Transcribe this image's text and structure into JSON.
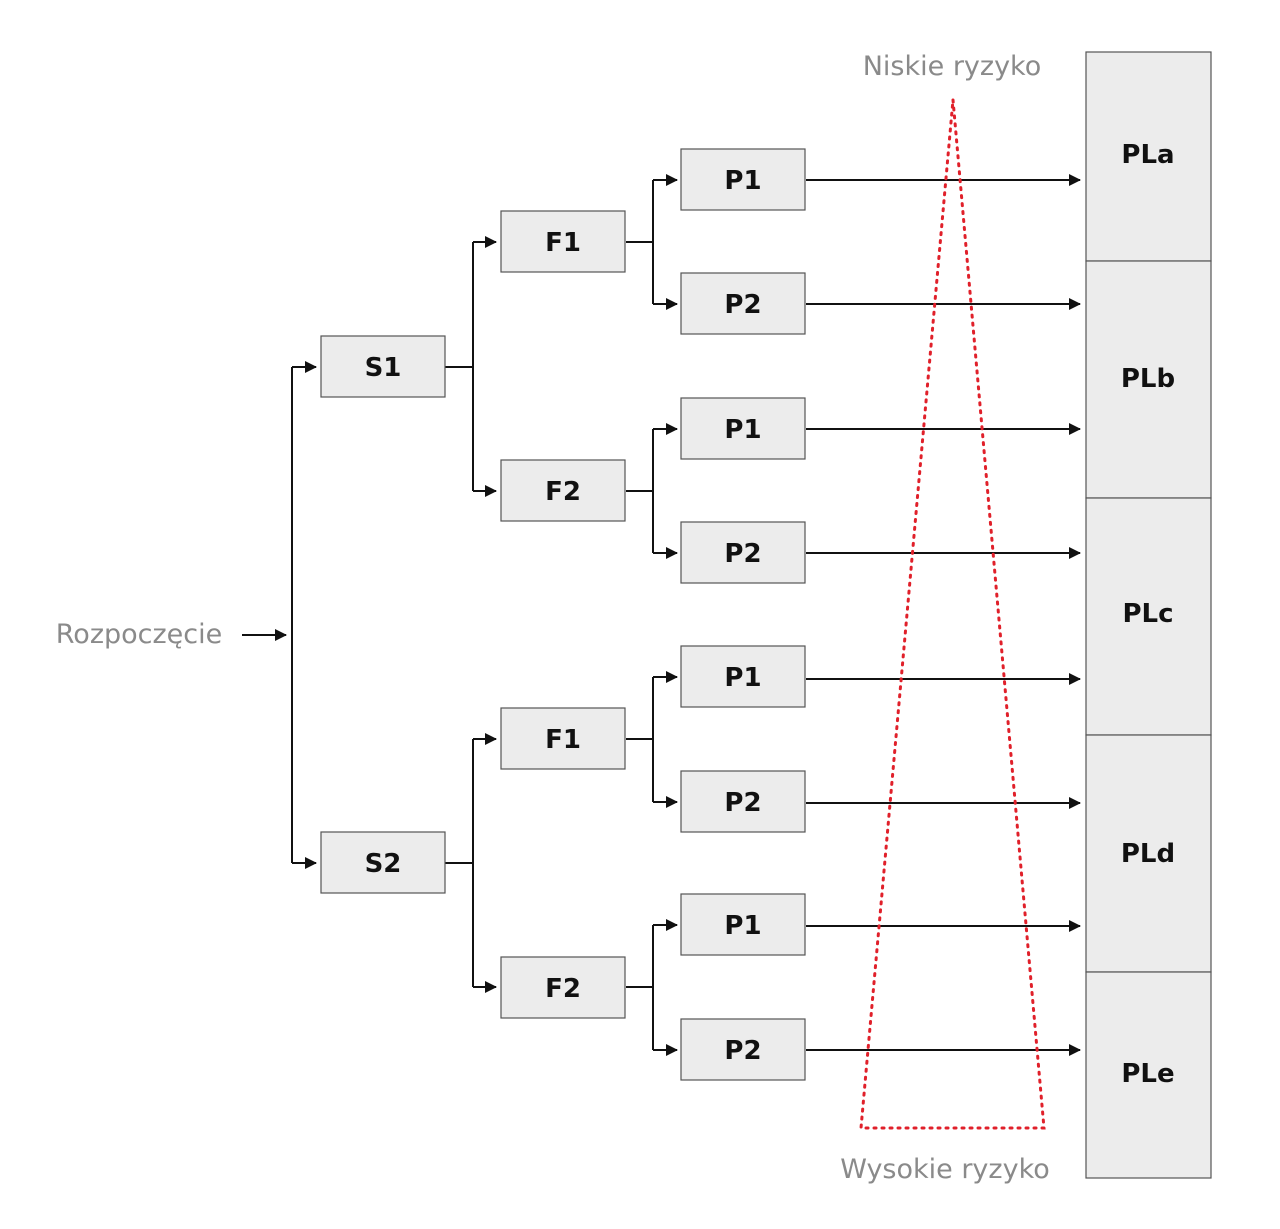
{
  "start_label": "Rozpoczęcie",
  "low_risk_label": "Niskie ryzyko",
  "high_risk_label": "Wysokie ryzyko",
  "colors": {
    "risk_line": "#e0202a",
    "box_fill": "#ececec",
    "label_grey": "#8a8a8a"
  },
  "severity": [
    {
      "label": "S1",
      "frequency": [
        {
          "label": "F1",
          "possibility": [
            {
              "label": "P1"
            },
            {
              "label": "P2"
            }
          ]
        },
        {
          "label": "F2",
          "possibility": [
            {
              "label": "P1"
            },
            {
              "label": "P2"
            }
          ]
        }
      ]
    },
    {
      "label": "S2",
      "frequency": [
        {
          "label": "F1",
          "possibility": [
            {
              "label": "P1"
            },
            {
              "label": "P2"
            }
          ]
        },
        {
          "label": "F2",
          "possibility": [
            {
              "label": "P1"
            },
            {
              "label": "P2"
            }
          ]
        }
      ]
    }
  ],
  "performance_levels": [
    "PLa",
    "PLb",
    "PLc",
    "PLd",
    "PLe"
  ]
}
